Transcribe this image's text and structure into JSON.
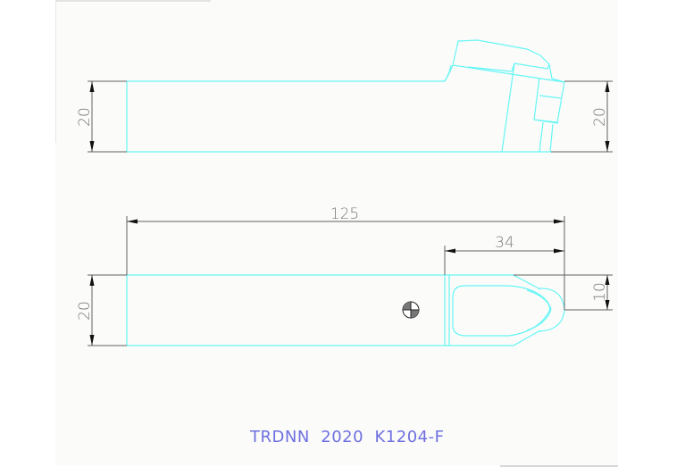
{
  "drawing": {
    "part_number": "TRDNN  2020  K1204-F",
    "colors": {
      "part_outline": "#66f5f5",
      "dimension_lines": "#606060",
      "title_text": "#6f6fe0",
      "sheet_background": "#fbfcfa"
    },
    "side_view": {
      "dimensions": {
        "left_height": "20",
        "right_height": "20"
      }
    },
    "top_view": {
      "dimensions": {
        "overall_length": "125",
        "head_length": "34",
        "tip_offset": "10",
        "left_height": "20"
      },
      "center_mark": "center-of-gravity-symbol"
    }
  }
}
